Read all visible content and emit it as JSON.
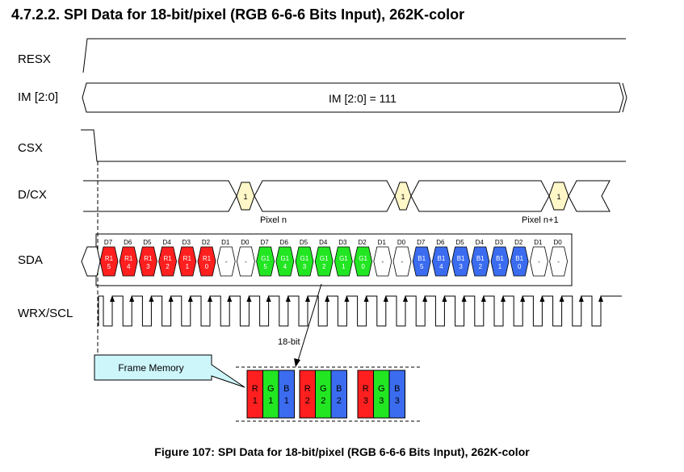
{
  "section_title": "4.7.2.2. SPI Data for 18-bit/pixel (RGB 6-6-6 Bits Input), 262K-color",
  "figure_caption": "Figure 107: SPI Data for 18-bit/pixel (RGB 6-6-6 Bits Input), 262K-color",
  "signals": {
    "resx": "RESX",
    "im": "IM [2:0]",
    "csx": "CSX",
    "dcx": "D/CX",
    "sda": "SDA",
    "wrx": "WRX/SCL"
  },
  "im_value": "IM [2:0] = 111",
  "dcx_pulse_label": "1",
  "pixel_labels": [
    "Pixel n",
    "Pixel n+1"
  ],
  "bit_headers": [
    "D7",
    "D6",
    "D5",
    "D4",
    "D3",
    "D2",
    "D1",
    "D0",
    "D7",
    "D6",
    "D5",
    "D4",
    "D3",
    "D2",
    "D1",
    "D0",
    "D7",
    "D6",
    "D5",
    "D4",
    "D3",
    "D2",
    "D1",
    "D0"
  ],
  "sda_cells": [
    {
      "top": "R1",
      "bottom": "5",
      "color": "red"
    },
    {
      "top": "R1",
      "bottom": "4",
      "color": "red"
    },
    {
      "top": "R1",
      "bottom": "3",
      "color": "red"
    },
    {
      "top": "R1",
      "bottom": "2",
      "color": "red"
    },
    {
      "top": "R1",
      "bottom": "1",
      "color": "red"
    },
    {
      "top": "R1",
      "bottom": "0",
      "color": "red"
    },
    {
      "top": "-",
      "bottom": "",
      "color": "white"
    },
    {
      "top": "-",
      "bottom": "",
      "color": "white"
    },
    {
      "top": "G1",
      "bottom": "5",
      "color": "green"
    },
    {
      "top": "G1",
      "bottom": "4",
      "color": "green"
    },
    {
      "top": "G1",
      "bottom": "3",
      "color": "green"
    },
    {
      "top": "G1",
      "bottom": "2",
      "color": "green"
    },
    {
      "top": "G1",
      "bottom": "1",
      "color": "green"
    },
    {
      "top": "G1",
      "bottom": "0",
      "color": "green"
    },
    {
      "top": "-",
      "bottom": "",
      "color": "white"
    },
    {
      "top": "-",
      "bottom": "",
      "color": "white"
    },
    {
      "top": "B1",
      "bottom": "5",
      "color": "blue"
    },
    {
      "top": "B1",
      "bottom": "4",
      "color": "blue"
    },
    {
      "top": "B1",
      "bottom": "3",
      "color": "blue"
    },
    {
      "top": "B1",
      "bottom": "2",
      "color": "blue"
    },
    {
      "top": "B1",
      "bottom": "1",
      "color": "blue"
    },
    {
      "top": "B1",
      "bottom": "0",
      "color": "blue"
    },
    {
      "top": "-",
      "bottom": "",
      "color": "white"
    },
    {
      "top": "-",
      "bottom": "",
      "color": "white"
    }
  ],
  "bus_width_label": "18-bit",
  "frame_memory_label": "Frame Memory",
  "memory_groups": [
    [
      {
        "ch": "R",
        "n": "1",
        "color": "red"
      },
      {
        "ch": "G",
        "n": "1",
        "color": "green"
      },
      {
        "ch": "B",
        "n": "1",
        "color": "blue"
      }
    ],
    [
      {
        "ch": "R",
        "n": "2",
        "color": "red"
      },
      {
        "ch": "G",
        "n": "2",
        "color": "green"
      },
      {
        "ch": "B",
        "n": "2",
        "color": "blue"
      }
    ],
    [
      {
        "ch": "R",
        "n": "3",
        "color": "red"
      },
      {
        "ch": "G",
        "n": "3",
        "color": "green"
      },
      {
        "ch": "B",
        "n": "3",
        "color": "blue"
      }
    ]
  ],
  "colors": {
    "red": "#ff1f1f",
    "green": "#22e622",
    "blue": "#3b6cf0",
    "white": "#ffffff",
    "dcx_pulse": "#fff7c8",
    "callout": "#cdf6fb"
  }
}
